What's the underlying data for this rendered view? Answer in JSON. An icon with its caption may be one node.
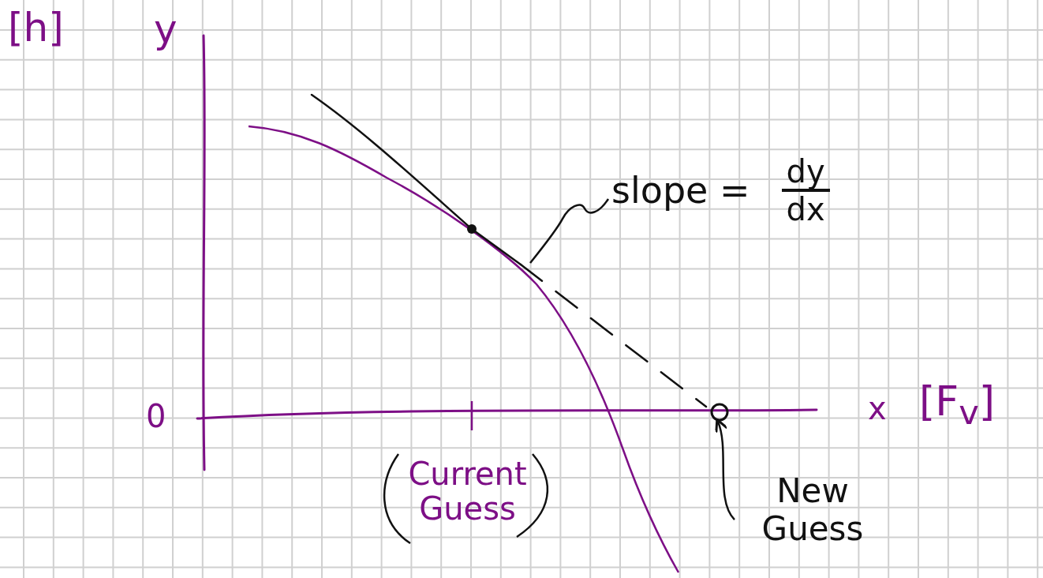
{
  "diagram": {
    "nodes": [
      {
        "text": [
          "slope =",
          "dy",
          "dx"
        ]
      },
      {
        "text": [],
        "shape": "line"
      },
      {
        "text": [
          "New Guess"
        ]
      },
      {
        "text": [],
        "shape": "circle"
      }
    ],
    "edges": [
      {
        "from": 0,
        "to": 1,
        "arrow": "none"
      },
      {
        "from": 2,
        "to": 3,
        "arrow": "to"
      }
    ],
    "labels": [
      "[h]",
      "y",
      "0",
      "x",
      "[F$_{v}$]",
      "Current Guess"
    ]
  }
}
